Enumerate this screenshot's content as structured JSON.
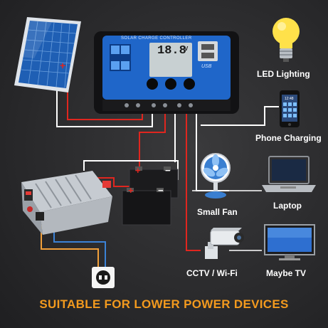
{
  "controller": {
    "title": "SOLAR CHARGE CONTROLLER",
    "lcd_reading": "18.8",
    "lcd_unit": "V",
    "usb_label": "USB"
  },
  "terminals": {
    "minus": "−",
    "plus": "+"
  },
  "devices": {
    "led_lighting": "LED Lighting",
    "phone_charging": "Phone Charging",
    "small_fan": "Small Fan",
    "laptop": "Laptop",
    "cctv_wifi": "CCTV / Wi-Fi",
    "maybe_tv": "Maybe TV"
  },
  "phone_time": "12:48",
  "footer": "SUITABLE FOR LOWER POWER DEVICES",
  "colors": {
    "positive_wire": "#e0261f",
    "negative_wire": "#ffffff",
    "ac_wire_orange": "#f2a03a",
    "ac_wire_blue": "#3b82d6",
    "controller_blue": "#1f66c9",
    "footer_orange": "#f39a1e"
  }
}
